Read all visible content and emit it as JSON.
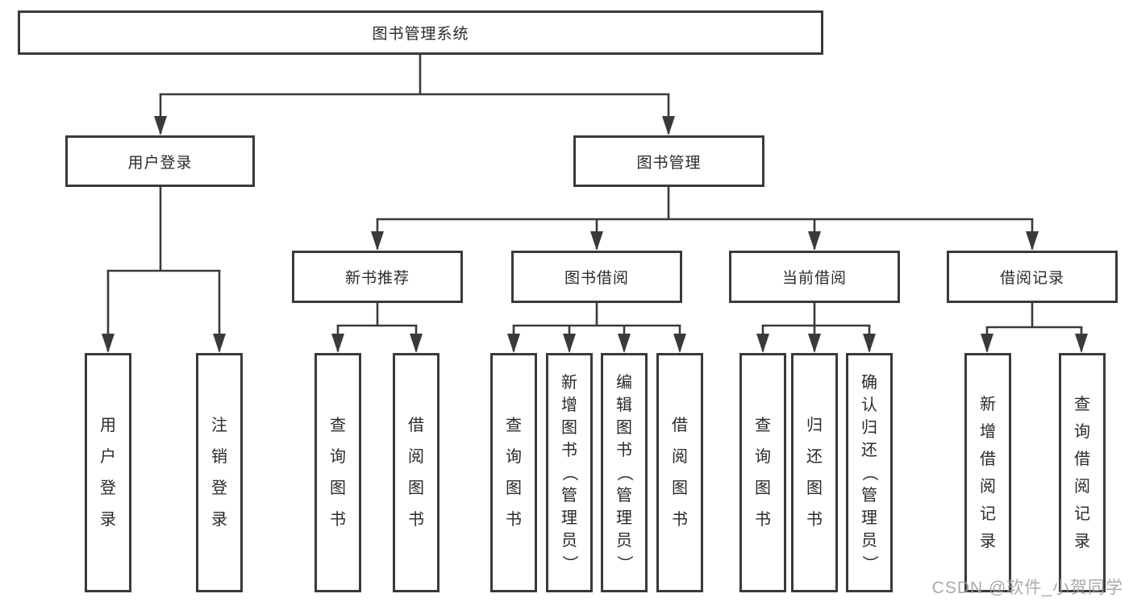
{
  "diagram": {
    "title": "图书管理系统",
    "type": "functional-structure-tree"
  },
  "nodes": {
    "root": "图书管理系统",
    "user_login_branch": "用户登录",
    "book_mgmt_branch": "图书管理",
    "new_book_rec": "新书推荐",
    "book_borrow": "图书借阅",
    "current_borrow": "当前借阅",
    "borrow_record": "借阅记录",
    "leaf_user_login": "用户登录",
    "leaf_logout": "注销登录",
    "leaf_query_book_1": "查询图书",
    "leaf_borrow_book_1": "借阅图书",
    "leaf_query_book_2": "查询图书",
    "leaf_add_book_admin": "新增图书（管理员）",
    "leaf_edit_book_admin": "编辑图书（管理员）",
    "leaf_borrow_book_2": "借阅图书",
    "leaf_query_book_3": "查询图书",
    "leaf_return_book": "归还图书",
    "leaf_confirm_return_admin": "确认归还（管理员）",
    "leaf_add_borrow_record": "新增借阅记录",
    "leaf_query_borrow_record": "查询借阅记录"
  },
  "hierarchy": {
    "图书管理系统": {
      "用户登录": [
        "用户登录",
        "注销登录"
      ],
      "图书管理": {
        "新书推荐": [
          "查询图书",
          "借阅图书"
        ],
        "图书借阅": [
          "查询图书",
          "新增图书（管理员）",
          "编辑图书（管理员）",
          "借阅图书"
        ],
        "当前借阅": [
          "查询图书",
          "归还图书",
          "确认归还（管理员）"
        ],
        "借阅记录": [
          "新增借阅记录",
          "查询借阅记录"
        ]
      }
    }
  },
  "watermark": {
    "text": "CSDN @软件_小贺同学"
  },
  "colors": {
    "line": "#3a3a3a",
    "box_border": "#3a3a3a",
    "box_fill": "#ffffff",
    "text": "#2a2a2a",
    "watermark": "#a0a0a0",
    "background": "#ffffff"
  }
}
